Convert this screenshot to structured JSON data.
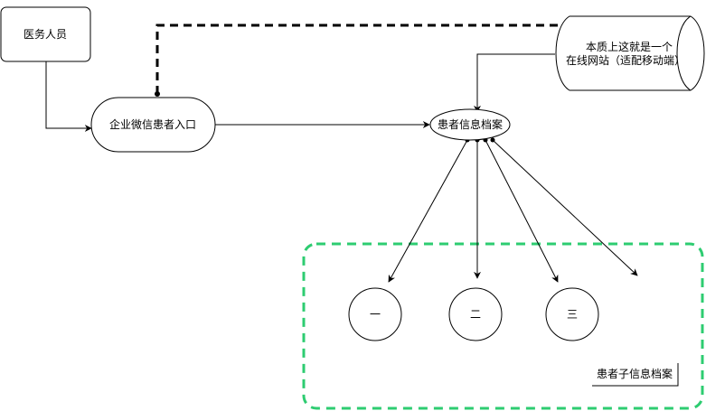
{
  "colors": {
    "stroke": "#000000",
    "fill": "#ffffff",
    "group_border": "#2ecc71"
  },
  "nodes": {
    "medical_staff": "医务人员",
    "wechat_entry": "企业微信患者入口",
    "website_line1": "本质上这就是一个",
    "website_line2": "在线网站（适配移动端）",
    "patient_record": "患者信息档案",
    "child_one": "一",
    "child_two": "二",
    "child_three": "三",
    "sub_record_label": "患者子信息档案"
  }
}
